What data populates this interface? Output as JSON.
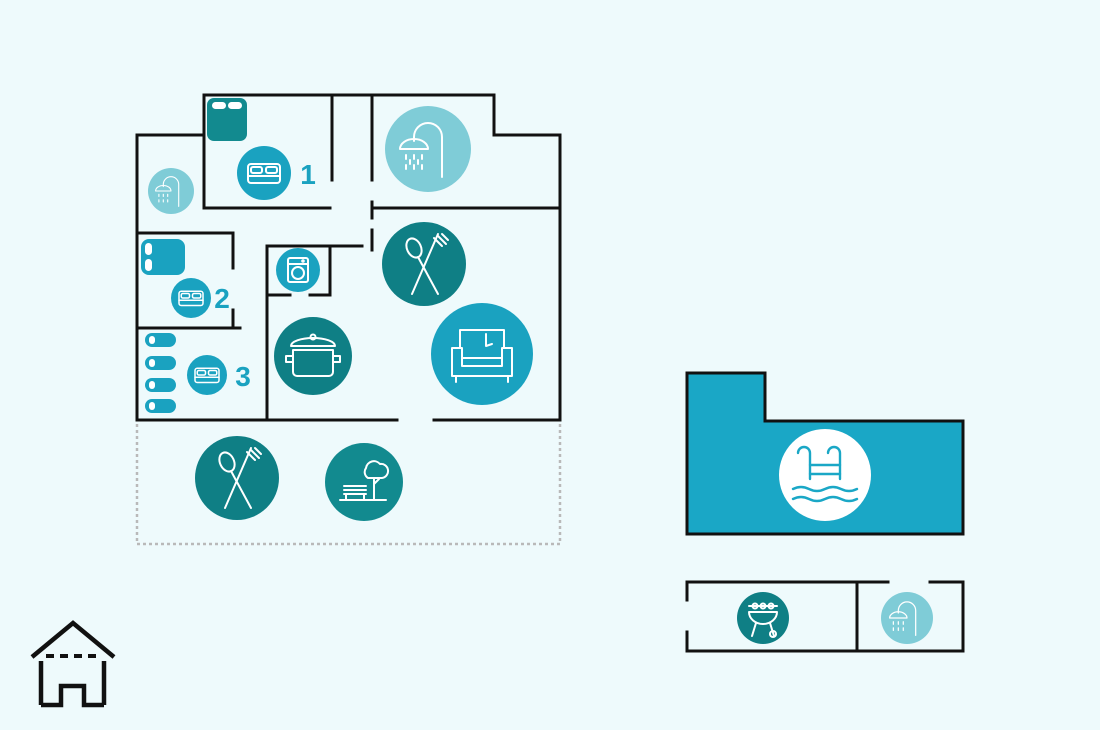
{
  "house": {
    "rooms": [
      {
        "id": "bedroom-1",
        "label": "1",
        "icon": "double-bed-icon"
      },
      {
        "id": "bedroom-2",
        "label": "2",
        "icon": "double-bed-icon"
      },
      {
        "id": "bedroom-3",
        "label": "3",
        "icon": "double-bed-icon"
      },
      {
        "id": "shower-large",
        "icon": "shower-icon"
      },
      {
        "id": "bathroom-small",
        "icon": "shower-icon"
      },
      {
        "id": "laundry",
        "icon": "washing-machine-icon"
      },
      {
        "id": "kitchen",
        "icon": "cooking-pot-icon"
      },
      {
        "id": "dining",
        "icon": "fork-spoon-icon"
      },
      {
        "id": "living-room",
        "icon": "armchair-icon"
      }
    ],
    "terrace": [
      {
        "id": "outdoor-dining",
        "icon": "fork-spoon-icon"
      },
      {
        "id": "garden",
        "icon": "garden-bench-tree-icon"
      }
    ]
  },
  "pool_area": {
    "icon": "pool-ladder-icon"
  },
  "outbuilding": [
    {
      "id": "bbq",
      "icon": "barbecue-grill-icon"
    },
    {
      "id": "outdoor-shower",
      "icon": "shower-icon"
    }
  ],
  "legend": {
    "icon": "house-outline-icon"
  },
  "colors": {
    "background": "#eefafc",
    "teal_dark": "#128a8f",
    "teal_deep": "#0f7f85",
    "blue": "#1aa2c0",
    "pool": "#1aa7c6",
    "light_blue": "#7fccd7",
    "wall": "#111111"
  }
}
